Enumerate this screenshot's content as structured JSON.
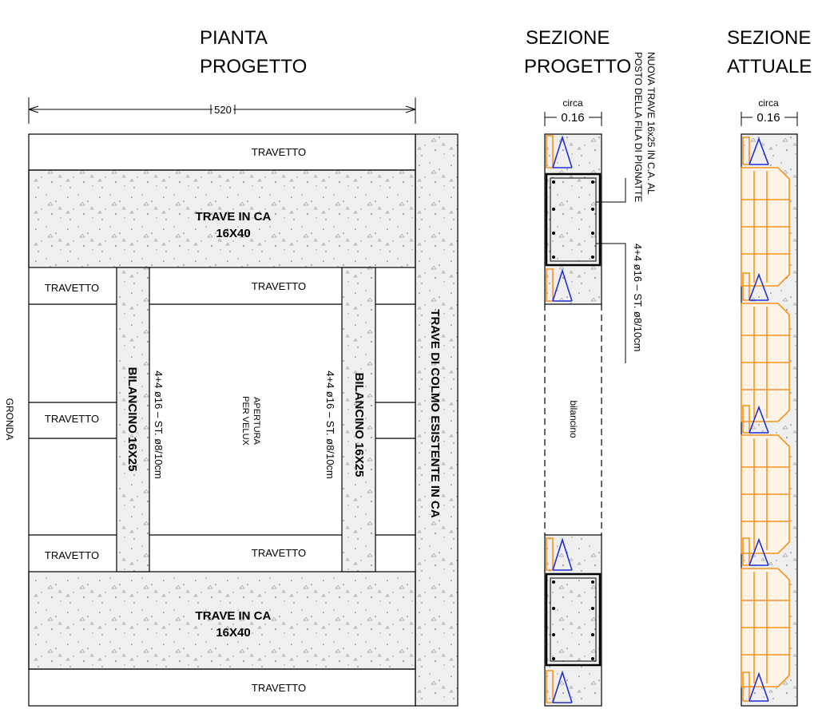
{
  "colors": {
    "line": "#000000",
    "fill_concrete": "#efefef",
    "tile_orange": "#f7941d",
    "stirrup_blue": "#1f2fd4"
  },
  "plan": {
    "title_line1": "PIANTA",
    "title_line2": "PROGETTO",
    "dimension": "520",
    "travetto": "TRAVETTO",
    "beam_line1": "TRAVE IN CA",
    "beam_line2": "16X40",
    "bilancino": "BILANCINO 16X25",
    "rebar": "4+4 ø16 – ST. ø8/10cm",
    "opening_line1": "APERTURA",
    "opening_line2": "PER VELUX",
    "ridge_beam": "TRAVE DI COLMO ESISTENTE IN CA",
    "gronda": "GRONDA"
  },
  "section_project": {
    "title_line1": "SEZIONE",
    "title_line2": "PROGETTO",
    "circa": "circa",
    "width": "0.16",
    "note_line1": "NUOVA TRAVE 16x25 IN C.A. AL",
    "note_line2": "POSTO DELLA FILA DI PIGNATTE",
    "rebar": "4+4 ø16 – ST. ø8/10cm",
    "bilancino": "bilancino"
  },
  "section_current": {
    "title_line1": "SEZIONE",
    "title_line2": "ATTUALE",
    "circa": "circa",
    "width": "0.16"
  }
}
